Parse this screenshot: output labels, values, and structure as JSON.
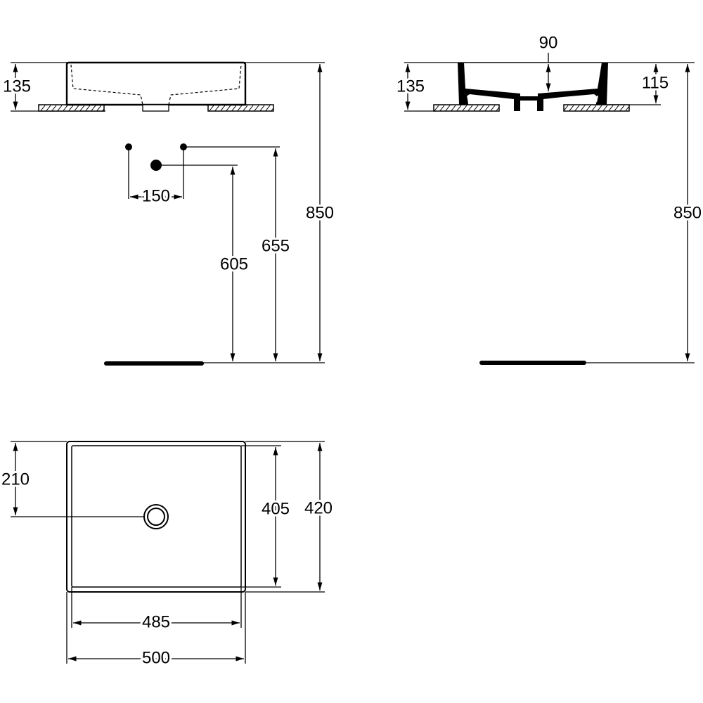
{
  "side_view": {
    "height_label": "135",
    "tap_spacing_label": "150",
    "waste_height_label": "605",
    "tap_height_label": "655",
    "total_height_label": "850"
  },
  "front_view": {
    "top_gap_label": "90",
    "height_label": "135",
    "inner_depth_label": "115",
    "total_height_label": "850"
  },
  "plan_view": {
    "drain_offset_label": "210",
    "inner_depth_label": "405",
    "outer_depth_label": "420",
    "inner_width_label": "485",
    "outer_width_label": "500"
  }
}
